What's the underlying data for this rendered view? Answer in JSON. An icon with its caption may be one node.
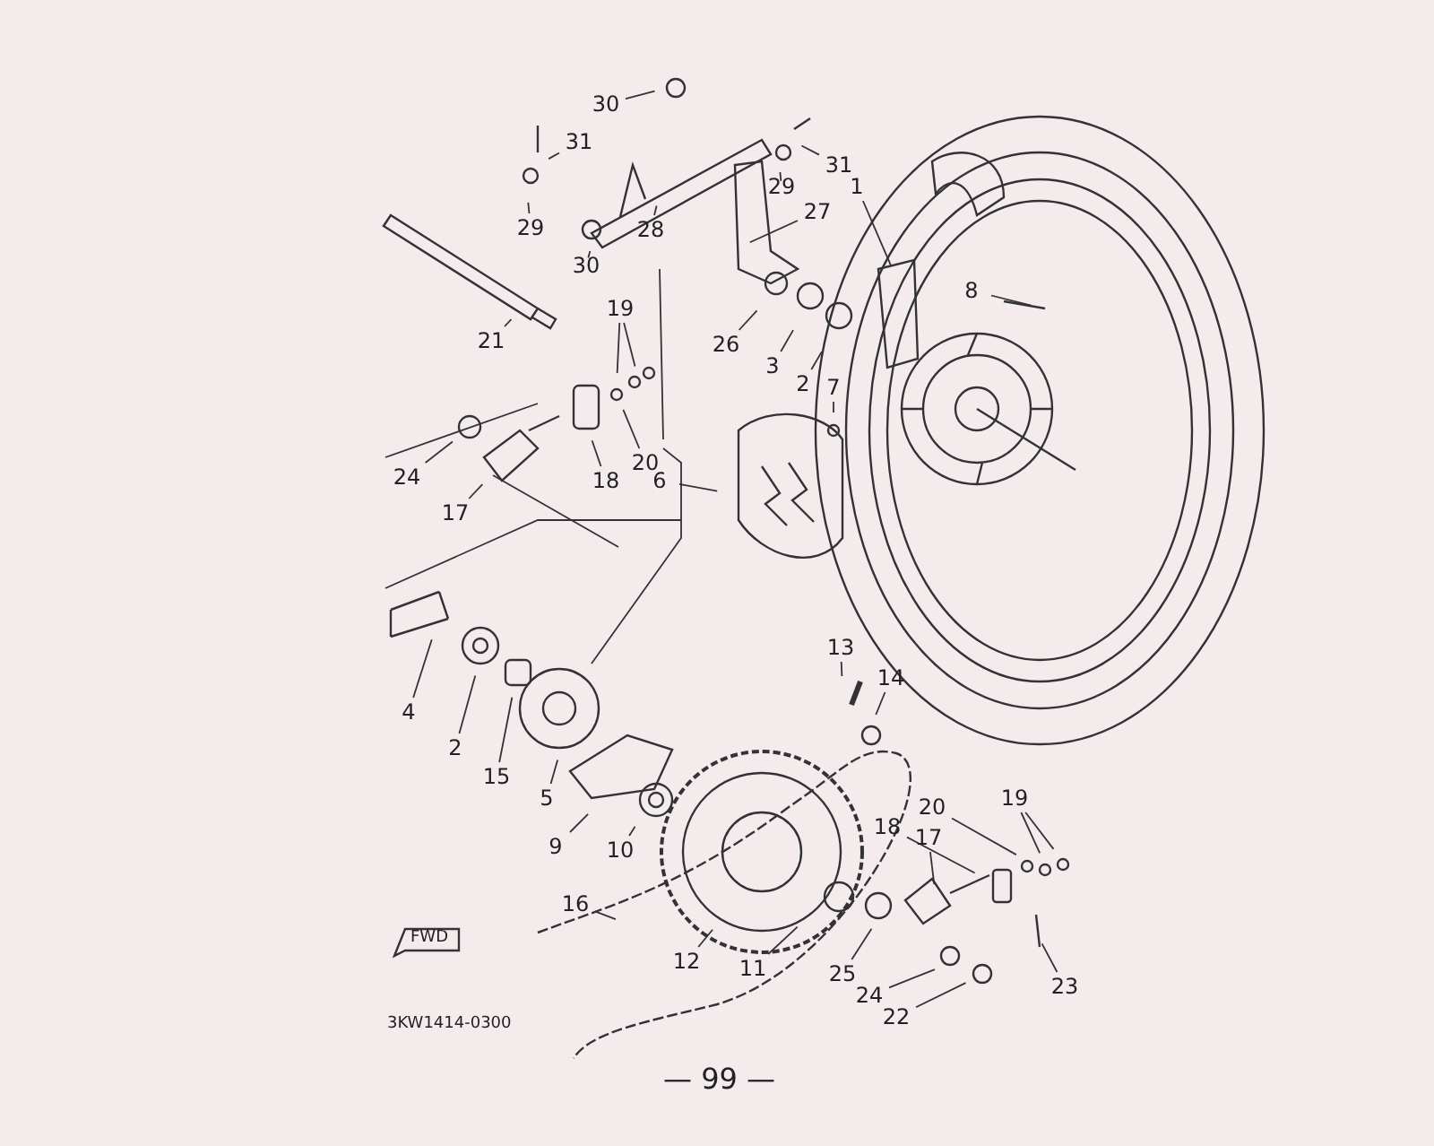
{
  "diagram": {
    "nodes": [
      {
        "text": [
          "1"
        ]
      },
      {
        "text": [
          "8"
        ]
      },
      {
        "text": [
          "30"
        ]
      },
      {
        "text": [
          "31"
        ]
      },
      {
        "text": [
          "31"
        ]
      },
      {
        "text": [
          "29"
        ]
      },
      {
        "text": [
          "29"
        ]
      },
      {
        "text": [
          "30"
        ]
      },
      {
        "text": [
          "28"
        ]
      },
      {
        "text": [
          "27"
        ]
      },
      {
        "text": [
          "21"
        ]
      },
      {
        "text": [
          "19"
        ]
      },
      {
        "text": [
          "20"
        ]
      },
      {
        "text": [
          "26"
        ]
      },
      {
        "text": [
          "3"
        ]
      },
      {
        "text": [
          "2"
        ]
      },
      {
        "text": [
          "7"
        ]
      },
      {
        "text": [
          "6"
        ]
      },
      {
        "text": [
          "24"
        ]
      },
      {
        "text": [
          "17"
        ]
      },
      {
        "text": [
          "18"
        ]
      },
      {
        "text": [
          "4"
        ]
      },
      {
        "text": [
          "2"
        ]
      },
      {
        "text": [
          "15"
        ]
      },
      {
        "text": [
          "5"
        ]
      },
      {
        "text": [
          "9"
        ]
      },
      {
        "text": [
          "10"
        ]
      },
      {
        "text": [
          "13"
        ]
      },
      {
        "text": [
          "14"
        ]
      },
      {
        "text": [
          "16"
        ]
      },
      {
        "text": [
          "12"
        ]
      },
      {
        "text": [
          "11"
        ]
      },
      {
        "text": [
          "25"
        ]
      },
      {
        "text": [
          "17"
        ]
      },
      {
        "text": [
          "18"
        ]
      },
      {
        "text": [
          "20"
        ]
      },
      {
        "text": [
          "19"
        ]
      },
      {
        "text": [
          "24"
        ]
      },
      {
        "text": [
          "23"
        ]
      },
      {
        "text": [
          "22"
        ]
      }
    ],
    "edges": [
      {
        "from": 0,
        "to": null,
        "arrow": "none"
      },
      {
        "from": 1,
        "to": null,
        "arrow": "none"
      },
      {
        "from": 2,
        "to": null,
        "arrow": "none"
      },
      {
        "from": 3,
        "to": null,
        "arrow": "none"
      },
      {
        "from": 4,
        "to": null,
        "arrow": "none"
      },
      {
        "from": 5,
        "to": null,
        "arrow": "none"
      },
      {
        "from": 6,
        "to": null,
        "arrow": "none"
      },
      {
        "from": 7,
        "to": null,
        "arrow": "none"
      },
      {
        "from": 8,
        "to": null,
        "arrow": "none"
      },
      {
        "from": 9,
        "to": null,
        "arrow": "none"
      },
      {
        "from": 10,
        "to": null,
        "arrow": "none"
      },
      {
        "from": 11,
        "to": null,
        "arrow": "none"
      },
      {
        "from": 11,
        "to": null,
        "arrow": "none"
      },
      {
        "from": 12,
        "to": null,
        "arrow": "none"
      },
      {
        "from": 13,
        "to": null,
        "arrow": "none"
      },
      {
        "from": 14,
        "to": null,
        "arrow": "none"
      },
      {
        "from": 15,
        "to": null,
        "arrow": "none"
      },
      {
        "from": 16,
        "to": null,
        "arrow": "none"
      },
      {
        "from": 17,
        "to": null,
        "arrow": "none"
      },
      {
        "from": 18,
        "to": null,
        "arrow": "none"
      },
      {
        "from": 19,
        "to": null,
        "arrow": "none"
      },
      {
        "from": 20,
        "to": null,
        "arrow": "none"
      },
      {
        "from": 21,
        "to": null,
        "arrow": "none"
      },
      {
        "from": 22,
        "to": null,
        "arrow": "none"
      },
      {
        "from": 23,
        "to": null,
        "arrow": "none"
      },
      {
        "from": 24,
        "to": null,
        "arrow": "none"
      },
      {
        "from": 25,
        "to": null,
        "arrow": "none"
      },
      {
        "from": 26,
        "to": null,
        "arrow": "none"
      },
      {
        "from": 27,
        "to": null,
        "arrow": "none"
      },
      {
        "from": 28,
        "to": null,
        "arrow": "none"
      },
      {
        "from": 29,
        "to": null,
        "arrow": "none"
      },
      {
        "from": 30,
        "to": null,
        "arrow": "none"
      },
      {
        "from": 31,
        "to": null,
        "arrow": "none"
      },
      {
        "from": 32,
        "to": null,
        "arrow": "none"
      },
      {
        "from": 33,
        "to": null,
        "arrow": "none"
      },
      {
        "from": 34,
        "to": null,
        "arrow": "none"
      },
      {
        "from": 35,
        "to": null,
        "arrow": "none"
      },
      {
        "from": 36,
        "to": null,
        "arrow": "none"
      },
      {
        "from": 36,
        "to": null,
        "arrow": "none"
      },
      {
        "from": 37,
        "to": null,
        "arrow": "none"
      },
      {
        "from": 38,
        "to": null,
        "arrow": "none"
      },
      {
        "from": 39,
        "to": null,
        "arrow": "none"
      }
    ],
    "labels": [
      "FWD",
      "3KW1414-0300",
      "— 99 —"
    ]
  }
}
